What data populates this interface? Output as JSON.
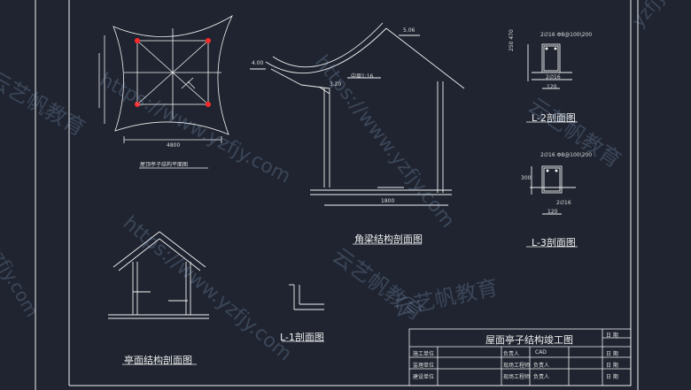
{
  "titles": {
    "roof_plan": "屋顶亭子结构平面图",
    "corner_beam": "角梁结构剖面图",
    "l2": "L-2剖面图",
    "l3": "L-3剖面图",
    "l1": "L-1剖面图",
    "pavilion": "亭面结构剖面图"
  },
  "dims": {
    "elev_506": "5.06",
    "elev_400": "4.00",
    "elev_320": "3.20",
    "zhongtong": "中周1:16",
    "l2_top": "2∅16 Φ8@100\\200",
    "l2_h": "250 470",
    "l2_bot": "2∅16",
    "l2_w": "120",
    "l3_top": "2∅16 Φ8@100\\200",
    "l3_h": "300",
    "l3_bot": "2∅16",
    "l3_w": "120",
    "plan_w": "4800",
    "corner_w": "1800"
  },
  "titleblock": {
    "project": "屋面亭子结构竣工图",
    "r1": "施工单位",
    "r2": "监理单位",
    "r3": "建设单位",
    "c1": "负责人",
    "c2": "现场工程师",
    "c3": "现场工程师",
    "cad": "CAD",
    "f1": "负责人",
    "f2": "负责人",
    "d1": "日  期",
    "d2": "日  期",
    "d3": "日  期",
    "d4": "日  期"
  },
  "watermarks": {
    "w1": "https://www.yzfjy.com",
    "w2": "云艺帆教育",
    "w3": "yzfjy.com"
  },
  "colors": {
    "background": "#1f2430",
    "line": "#f2f2f2",
    "red_node": "#ff2a2a",
    "watermark": "#a0bee6"
  }
}
